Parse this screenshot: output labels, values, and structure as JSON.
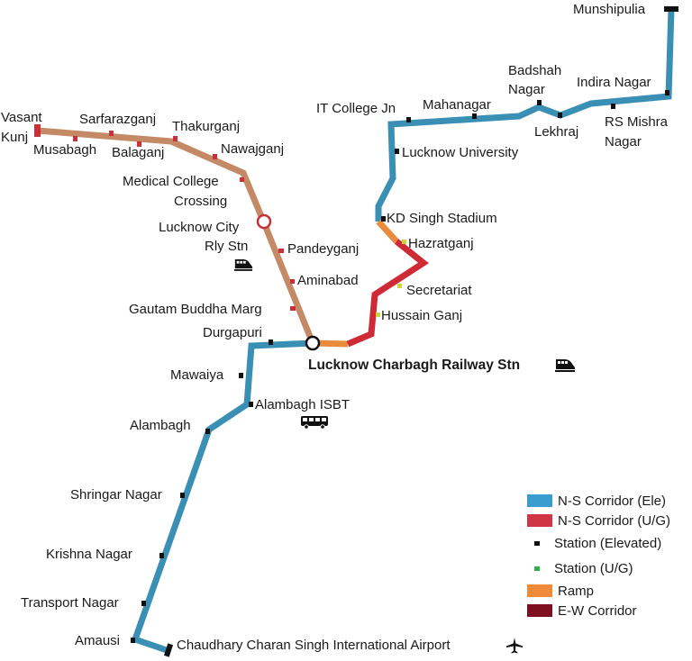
{
  "colors": {
    "ns_elevated": "#3a8fb4",
    "ns_underground": "#cf2b37",
    "ramp": "#e88b3c",
    "ew_corridor": "#c48a65",
    "ew_station": "#c8303a",
    "station_elevated": "#111111",
    "station_ug": "#c9d73a"
  },
  "stations": {
    "munshipulia": "Munshipulia",
    "indira_nagar": "Indira Nagar",
    "badshah_nagar_1": "Badshah",
    "badshah_nagar_2": "Nagar",
    "rs_mishra_1": "RS Mishra",
    "rs_mishra_2": "Nagar",
    "lekhraj": "Lekhraj",
    "mahanagar": "Mahanagar",
    "it_college": "IT College Jn",
    "lucknow_university": "Lucknow University",
    "kd_singh": "KD Singh Stadium",
    "hazratganj": "Hazratganj",
    "secretariat": "Secretariat",
    "hussain_ganj": "Hussain Ganj",
    "charbagh": "Lucknow Charbagh Railway Stn",
    "durgapuri": "Durgapuri",
    "mawaiya": "Mawaiya",
    "alambagh_isbt": "Alambagh ISBT",
    "alambagh": "Alambagh",
    "shringar_nagar": "Shringar Nagar",
    "krishna_nagar": "Krishna Nagar",
    "transport_nagar": "Transport Nagar",
    "amausi": "Amausi",
    "airport": "Chaudhary Charan Singh International Airport",
    "vasant_kunj_1": "Vasant",
    "vasant_kunj_2": "Kunj",
    "musabagh": "Musabagh",
    "sarfarazganj": "Sarfarazganj",
    "balaganj": "Balaganj",
    "thakurganj": "Thakurganj",
    "nawajganj": "Nawajganj",
    "medical_college_1": "Medical College",
    "medical_college_2": "Crossing",
    "lucknow_city_1": "Lucknow City",
    "lucknow_city_2": "Rly Stn",
    "pandeyganj": "Pandeyganj",
    "aminabad": "Aminabad",
    "gautam_buddha": "Gautam Buddha Marg"
  },
  "icons": {
    "train": "train-icon",
    "bus": "bus-icon",
    "airplane": "airplane-icon"
  },
  "legend": {
    "items": [
      {
        "label": "N-S Corridor (Ele)",
        "kind": "swatch",
        "color": "#3a9ccf"
      },
      {
        "label": "N-S Corridor (U/G)",
        "kind": "swatch",
        "color": "#cf3545"
      },
      {
        "label": "Station (Elevated)",
        "kind": "dot",
        "color": "#111111"
      },
      {
        "label": "Station (U/G)",
        "kind": "dot",
        "color": "#2fb04a"
      },
      {
        "label": "Ramp",
        "kind": "swatch",
        "color": "#ee8a3a"
      },
      {
        "label": "E-W Corridor",
        "kind": "swatch",
        "color": "#7e0f22"
      }
    ]
  }
}
